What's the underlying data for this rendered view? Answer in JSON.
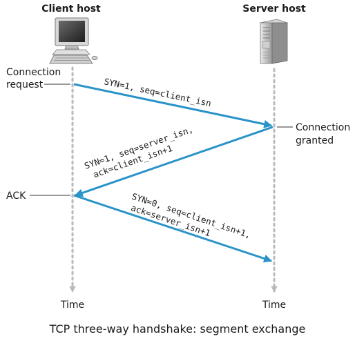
{
  "hosts": {
    "client": {
      "title": "Client host",
      "time_label": "Time",
      "icon": "desktop-computer-icon"
    },
    "server": {
      "title": "Server host",
      "time_label": "Time",
      "icon": "server-tower-icon"
    }
  },
  "events": {
    "connection_request": {
      "line1": "Connection",
      "line2": "request"
    },
    "connection_granted": {
      "line1": "Connection",
      "line2": "granted"
    },
    "ack": {
      "label": "ACK"
    }
  },
  "segments": [
    {
      "direction": "client-to-server",
      "line1": "SYN=1, seq=client_isn"
    },
    {
      "direction": "server-to-client",
      "line1": "SYN=1, seq=server_isn,",
      "line2": "ack=client_isn+1"
    },
    {
      "direction": "client-to-server",
      "line1": "SYN=0, seq=client_isn+1,",
      "line2": "ack=server_isn+1"
    }
  ],
  "caption": "TCP three-way handshake: segment exchange",
  "colors": {
    "arrow": "#2a93c8",
    "timeline": "#b9b9b9"
  }
}
